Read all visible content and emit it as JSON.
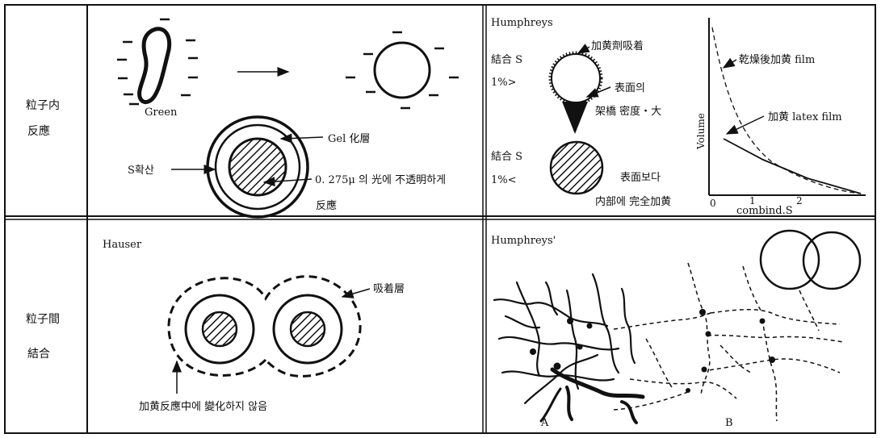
{
  "row_labels": {
    "top": [
      "粒子内",
      "反應"
    ],
    "bottom": [
      "粒子間",
      "結合"
    ]
  },
  "cell_green": {
    "green": "Green",
    "gel_layer": "Gel 化層",
    "s_diffusion": "S확산",
    "reaction_line1": "0. 275μ 의 光에 不透明하게",
    "reaction_line2": "反應"
  },
  "cell_humphreys": {
    "title": "Humphreys",
    "agent_adsorbed": "加黄劑吸着",
    "combined_s_1": "結合 S",
    "less_1": "1%>",
    "surface": "表面의",
    "crosslink": "架橋 密度・大",
    "combined_s_2": "結合 S",
    "more_1": "1%<",
    "surface_more": "表面보다",
    "interior_full": "内部에 完全加黄",
    "dry_film": "乾燥後加黄 film",
    "latex_film": "加黄 latex film",
    "ylabel": "Volume",
    "xlabel": "combind.S",
    "ticks": [
      "0",
      "1",
      "2"
    ]
  },
  "cell_hauser": {
    "title": "Hauser",
    "adsorbed_layer": "吸着層",
    "no_change": "加黄反應中에 變化하지 않음"
  },
  "cell_humphreys2": {
    "title": "Humphreys'",
    "label_a": "A",
    "label_b": "B"
  }
}
